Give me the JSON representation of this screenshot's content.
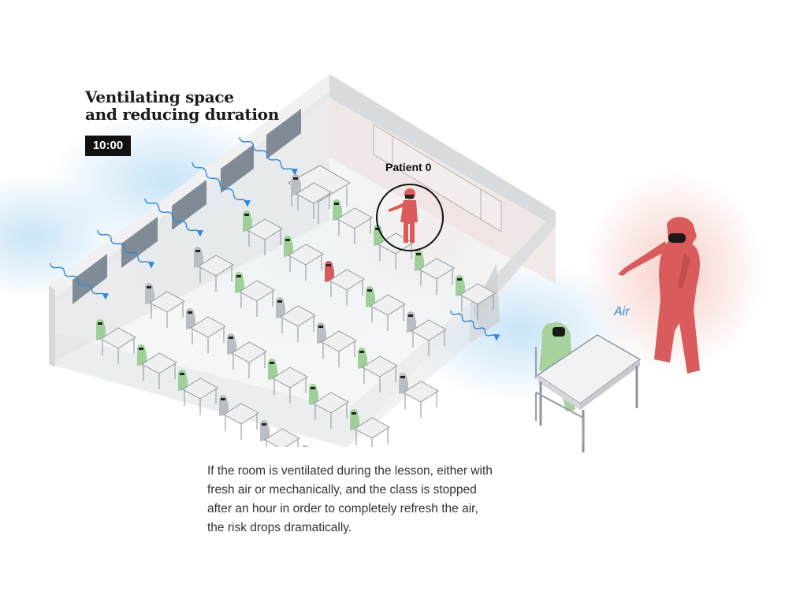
{
  "title_line1": "Ventilating space",
  "title_line2": "and reducing duration",
  "timer": "10:00",
  "patient_label": "Patient 0",
  "air_label": "Air",
  "caption": {
    "line1": "If the room is ventilated during the lesson, either with",
    "line2": "fresh air or mechanically, and the class is stopped",
    "line3": "after an hour in order to completely refresh the air,",
    "line4": "the risk drops dramatically."
  },
  "colors": {
    "infected": "#d95b5b",
    "exposed": "#9fd09a",
    "healthy": "#b9bec4",
    "air_arrow": "#2f86d6",
    "air_glow": "#bfe0f5",
    "patient_glow": "#f6c6be"
  },
  "students": [
    {
      "color": "exposed"
    },
    {
      "color": "healthy"
    },
    {
      "color": "healthy"
    },
    {
      "color": "exposed"
    },
    {
      "color": "healthy"
    },
    {
      "color": "exposed"
    },
    {
      "color": "healthy"
    },
    {
      "color": "exposed"
    },
    {
      "color": "exposed"
    },
    {
      "color": "exposed"
    },
    {
      "color": "exposed"
    },
    {
      "color": "healthy"
    },
    {
      "color": "healthy"
    },
    {
      "color": "infected"
    },
    {
      "color": "exposed"
    },
    {
      "color": "healthy"
    },
    {
      "color": "exposed"
    },
    {
      "color": "healthy"
    },
    {
      "color": "exposed"
    },
    {
      "color": "exposed"
    },
    {
      "color": "healthy"
    },
    {
      "color": "exposed"
    },
    {
      "color": "exposed"
    },
    {
      "color": "healthy"
    },
    {
      "color": "exposed"
    },
    {
      "color": "exposed"
    },
    {
      "color": "exposed"
    },
    {
      "color": "healthy"
    }
  ]
}
